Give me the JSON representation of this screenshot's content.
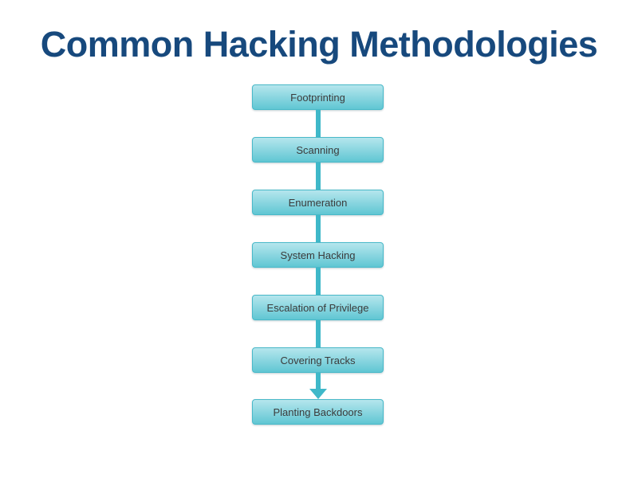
{
  "slide": {
    "title": "Common Hacking Methodologies"
  },
  "flowchart": {
    "steps": [
      {
        "label": "Footprinting"
      },
      {
        "label": "Scanning"
      },
      {
        "label": "Enumeration"
      },
      {
        "label": "System Hacking"
      },
      {
        "label": "Escalation of Privilege"
      },
      {
        "label": "Covering Tracks"
      },
      {
        "label": "Planting Backdoors"
      }
    ],
    "arrow_icon": "down-arrowhead"
  },
  "colors": {
    "title": "#17497d",
    "box_top": "#b5e6ed",
    "box_bottom": "#60c6d3",
    "box_border": "#48b9c9",
    "connector": "#3fb8c9",
    "step_text": "#3b3b3b",
    "background": "#ffffff"
  }
}
